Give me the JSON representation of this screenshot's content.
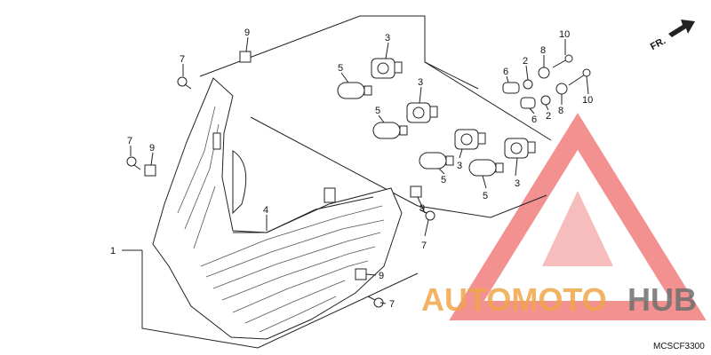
{
  "callouts": [
    "1",
    "2",
    "3",
    "4",
    "5",
    "6",
    "7",
    "8",
    "9",
    "10"
  ],
  "direction_label": "FR.",
  "diagram_code": "MCSCF3300",
  "watermark": {
    "word_a": "AUTOMOTO",
    "word_b": "HUB",
    "color_a": "#f0a64a",
    "color_b": "#707070",
    "triangle_color": "#ef6b6b"
  }
}
